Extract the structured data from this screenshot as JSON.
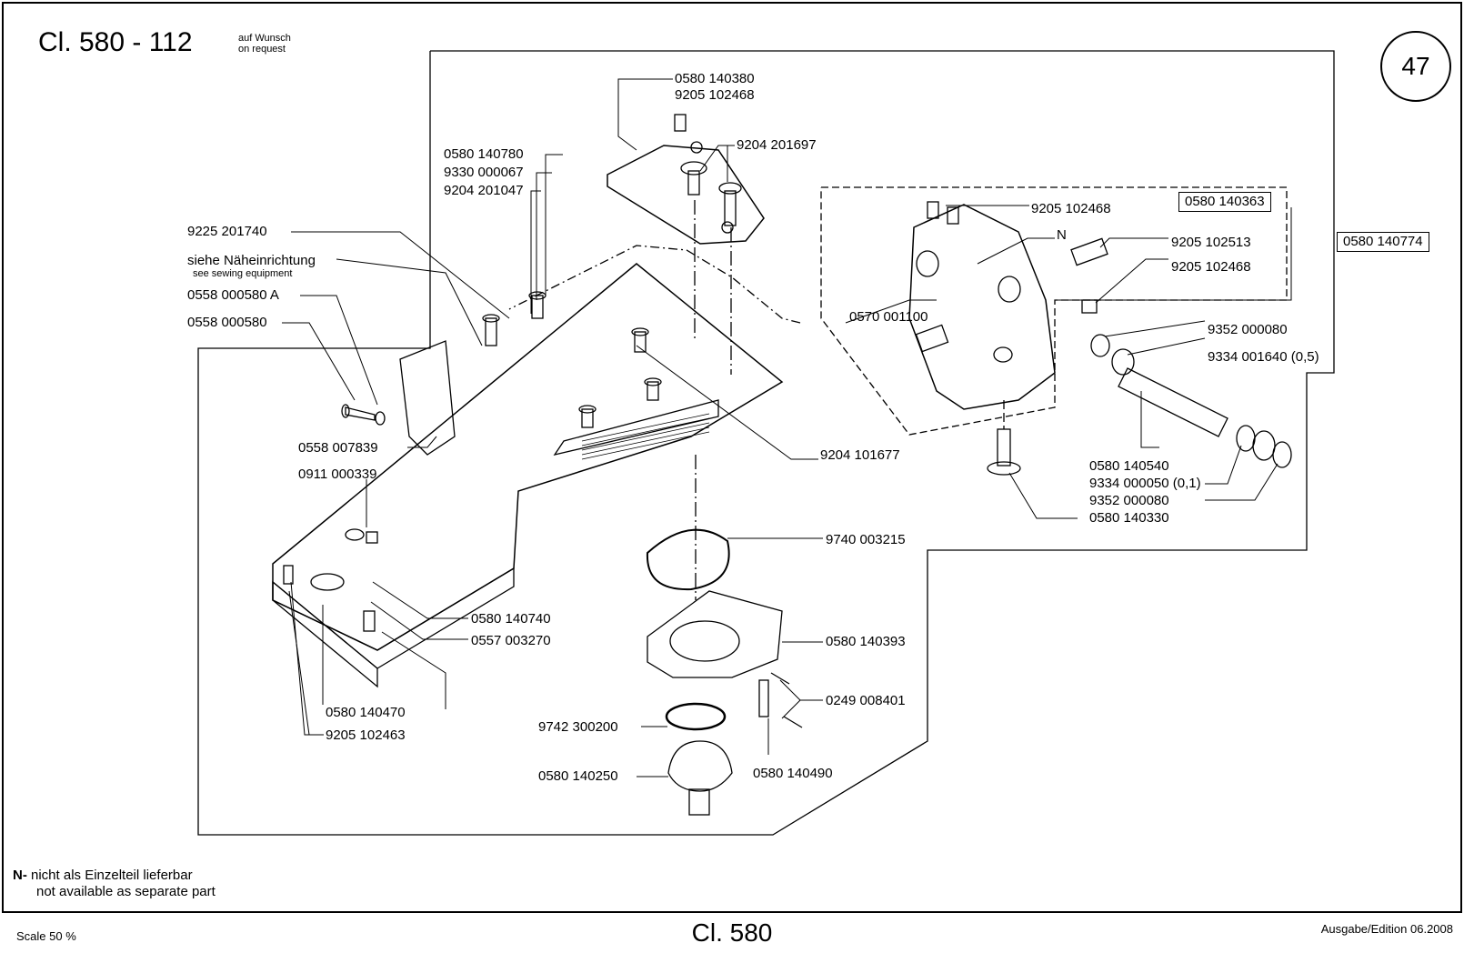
{
  "header": {
    "title": "Cl. 580 - 112",
    "request_note_de": "auf Wunsch",
    "request_note_en": "on request",
    "page_number": "47"
  },
  "parts": {
    "p1": "0580 140380",
    "p2": "9205 102468",
    "p3": "9204 201697",
    "p4": "0580 140780",
    "p5": "9330 000067",
    "p6": "9204 201047",
    "p7": "9225 201740",
    "p8": "siehe Näheinrichtung",
    "p8_sub": "see sewing equipment",
    "p9": "0558 000580 A",
    "p10": "0558 000580",
    "p11": "0558 007839",
    "p12": "0911 000339",
    "p13": "9204 101677",
    "p14": "9205 102468",
    "p15": "N",
    "p16": "0580 140363",
    "p17": "0580 140774",
    "p18": "9205 102513",
    "p19": "9205 102468",
    "p20": "0570 001100",
    "p21": "9352 000080",
    "p22": "9334 001640 (0,5)",
    "p23": "0580 140540",
    "p24": "9334 000050",
    "p24b": "(0,1)",
    "p25": "9352 000080",
    "p26": "0580 140330",
    "p27": "9740 003215",
    "p28": "0580 140740",
    "p29": "0557 003270",
    "p30": "0580 140393",
    "p31": "0249 008401",
    "p32": "9742 300200",
    "p33": "0580 140250",
    "p34": "0580 140490",
    "p35": "0580 140470",
    "p36": "9205 102463"
  },
  "footnote": {
    "marker": "N-",
    "text_de": "nicht als Einzelteil lieferbar",
    "text_en": "not available as separate part"
  },
  "footer": {
    "scale": "Scale 50 %",
    "model": "Cl. 580",
    "edition": "Ausgabe/Edition 06.2008"
  }
}
